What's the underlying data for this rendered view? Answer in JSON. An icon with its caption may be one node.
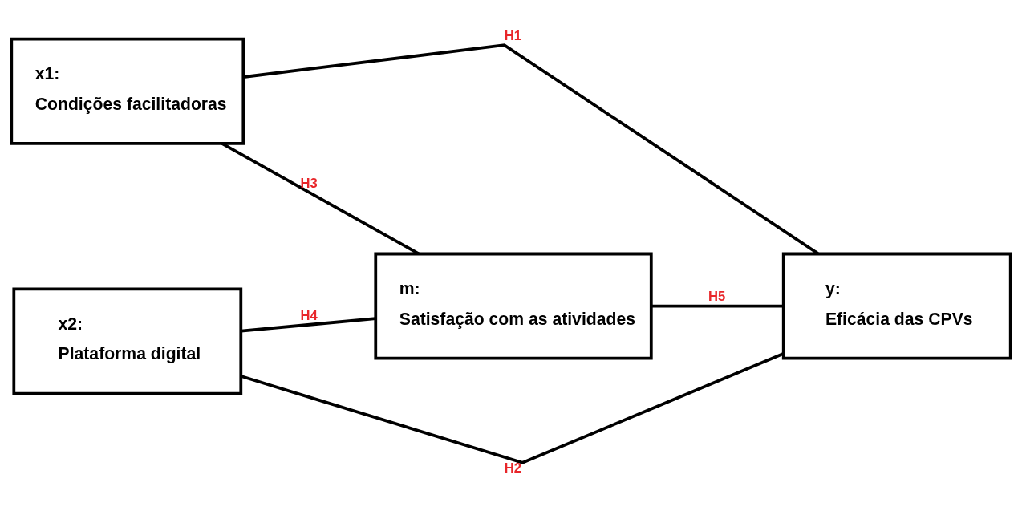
{
  "diagram": {
    "nodes": [
      {
        "text": [
          "x1:",
          "Condições facilitadoras"
        ]
      },
      {
        "text": [
          "x2:",
          "Plataforma digital"
        ]
      },
      {
        "text": [
          "m:",
          "Satisfação com as atividades"
        ]
      },
      {
        "text": [
          "y:",
          "Eficácia das CPVs"
        ]
      }
    ],
    "edges": [
      {
        "from": 0,
        "to": 3,
        "arrow": "none",
        "label": "H1"
      },
      {
        "from": 1,
        "to": 3,
        "arrow": "none",
        "label": "H2"
      },
      {
        "from": 0,
        "to": 2,
        "arrow": "none",
        "label": "H3"
      },
      {
        "from": 1,
        "to": 2,
        "arrow": "none",
        "label": "H4"
      },
      {
        "from": 2,
        "to": 3,
        "arrow": "none",
        "label": "H5"
      }
    ]
  }
}
